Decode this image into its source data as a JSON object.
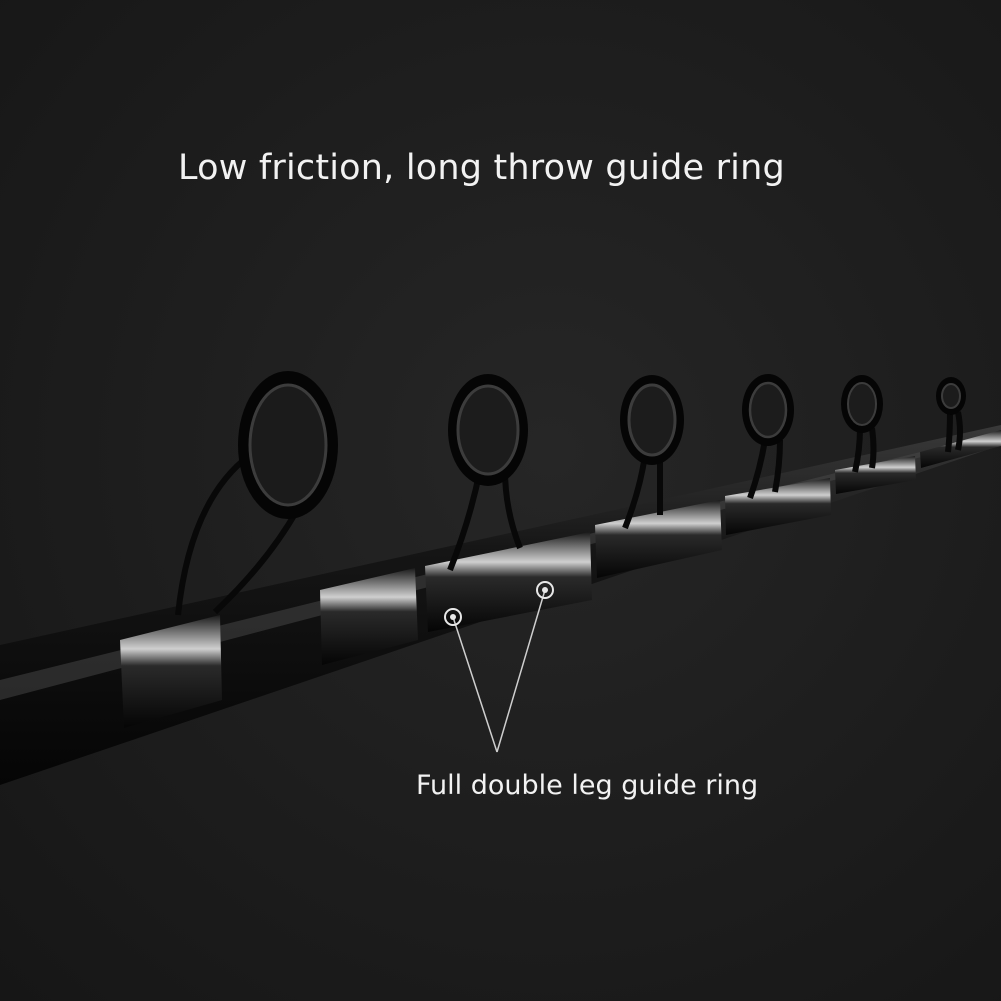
{
  "headline": "Low friction, long throw guide ring",
  "callout_label": "Full double leg guide ring",
  "colors": {
    "background": "#1b1b1b",
    "rod": "#0e0e0e",
    "highlight": "#d9d9d9",
    "text": "#f2f2f2"
  },
  "image": {
    "subject": "fishing-rod-with-guide-rings",
    "guide_ring_count": 6
  }
}
